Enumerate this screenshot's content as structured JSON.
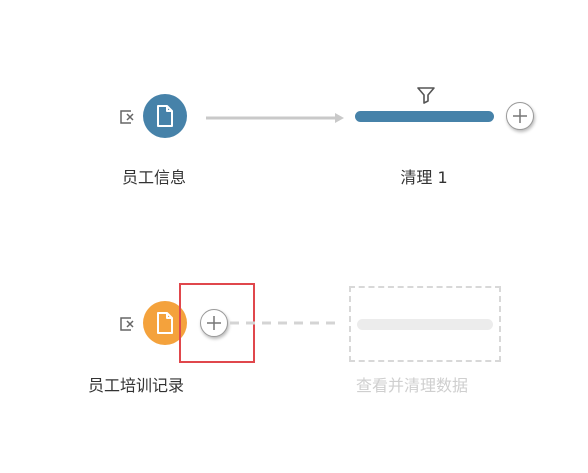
{
  "flow": {
    "node1": {
      "label": "员工信息",
      "color": "#4682a9",
      "icon": "document-icon",
      "remove_icon": "remove-input-icon"
    },
    "clean1": {
      "label": "清理 1",
      "bar_color": "#4682a9",
      "icon": "filter-icon"
    },
    "node2": {
      "label": "员工培训记录",
      "color": "#f4a23c",
      "icon": "document-icon",
      "remove_icon": "remove-input-icon"
    },
    "placeholder": {
      "label": "查看并清理数据"
    }
  },
  "highlight": {
    "color": "#e0474c"
  }
}
